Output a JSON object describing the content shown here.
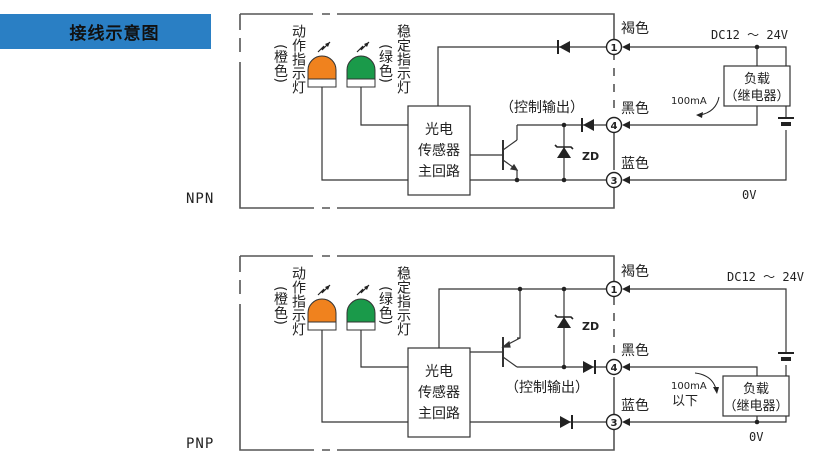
{
  "title": "接线示意图",
  "colors": {
    "title_bar": "#2a7fc4",
    "led_action": "#f0821e",
    "led_stable": "#1a9a4a",
    "wire": "#333333",
    "text": "#222222"
  },
  "diagrams": [
    {
      "type_label": "NPN",
      "action_led_label": "动作指示灯",
      "action_led_color_label": "(橙色)",
      "stable_led_label": "稳定指示灯",
      "stable_led_color_label": "(绿色)",
      "circuit_box": [
        "光电",
        "传感器",
        "主回路"
      ],
      "control_output_label": "（控制输出）",
      "zener_label": "ZD",
      "terminals": [
        {
          "number": "1",
          "wire_color": "褐色"
        },
        {
          "number": "4",
          "wire_color": "黑色"
        },
        {
          "number": "3",
          "wire_color": "蓝色"
        }
      ],
      "supply_label": "DC12 ～ 24V",
      "ground_label": "0V",
      "current_label": "100mA",
      "load_label": [
        "负载",
        "（继电器）"
      ]
    },
    {
      "type_label": "PNP",
      "action_led_label": "动作指示灯",
      "action_led_color_label": "(橙色)",
      "stable_led_label": "稳定指示灯",
      "stable_led_color_label": "(绿色)",
      "circuit_box": [
        "光电",
        "传感器",
        "主回路"
      ],
      "control_output_label": "（控制输出）",
      "zener_label": "ZD",
      "terminals": [
        {
          "number": "1",
          "wire_color": "褐色"
        },
        {
          "number": "4",
          "wire_color": "黑色"
        },
        {
          "number": "3",
          "wire_color": "蓝色"
        }
      ],
      "supply_label": "DC12 ～ 24V",
      "ground_label": "0V",
      "current_label": "100mA",
      "current_label_suffix": "以下",
      "load_label": [
        "负载",
        "（继电器）"
      ]
    }
  ]
}
